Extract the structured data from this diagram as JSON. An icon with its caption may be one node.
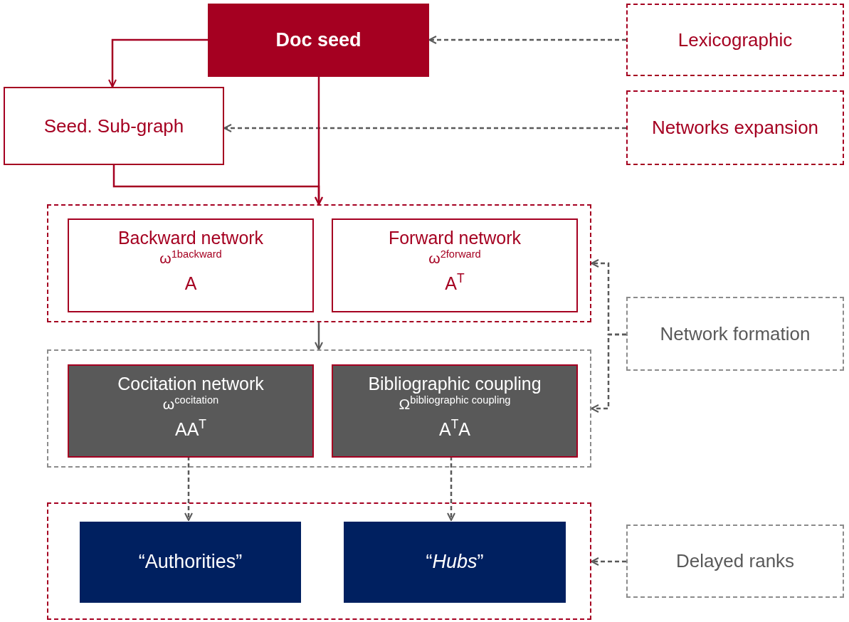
{
  "diagram": {
    "nodes": [
      {
        "text": [
          "Doc seed"
        ]
      },
      {
        "text": [
          "Lexicographic"
        ]
      },
      {
        "text": [
          "Seed. Sub-graph"
        ]
      },
      {
        "text": [
          "Networks expansion"
        ]
      },
      {
        "text": [],
        "shape": "box"
      },
      {
        "text": [
          "Backward network",
          "ω$^{1backward}$",
          "A"
        ],
        "in": 4
      },
      {
        "text": [
          "Forward network",
          "ω$^{2forward}$",
          "A$^{T}$"
        ],
        "in": 4
      },
      {
        "text": [
          "Network formation"
        ]
      },
      {
        "text": [],
        "shape": "box"
      },
      {
        "text": [
          "Cocitation network",
          "ω$^{cocitation}$",
          "AA$^{T}$"
        ],
        "in": 8
      },
      {
        "text": [
          "Bibliographic coupling",
          "Ω$^{bibliographic coupling}$",
          "A$^{T}$A"
        ],
        "in": 8
      },
      {
        "text": [],
        "shape": "box"
      },
      {
        "text": [
          "“Authorities”"
        ],
        "in": 11
      },
      {
        "text": [
          "“*Hubs*”"
        ],
        "in": 11
      },
      {
        "text": [
          "Delayed ranks"
        ]
      }
    ],
    "edges": [
      {
        "from": 0,
        "to": 2,
        "arrow": "to",
        "color": "#a50021"
      },
      {
        "from": 1,
        "to": 0,
        "arrow": "to",
        "style": "dashed"
      },
      {
        "from": 3,
        "to": 2,
        "arrow": "to",
        "style": "dashed"
      },
      {
        "from": 0,
        "to": 4,
        "arrow": "to",
        "color": "#a50021"
      },
      {
        "from": 2,
        "to": 4,
        "arrow": "to",
        "color": "#a50021"
      },
      {
        "from": 4,
        "to": 8,
        "arrow": "to"
      },
      {
        "from": 7,
        "to": 4,
        "arrow": "to",
        "style": "dashed"
      },
      {
        "from": 7,
        "to": 8,
        "arrow": "to",
        "style": "dashed"
      },
      {
        "from": 9,
        "to": 12,
        "arrow": "to",
        "style": "dashed"
      },
      {
        "from": 10,
        "to": 13,
        "arrow": "to",
        "style": "dashed"
      },
      {
        "from": 14,
        "to": 11,
        "arrow": "to",
        "style": "dashed"
      }
    ]
  }
}
